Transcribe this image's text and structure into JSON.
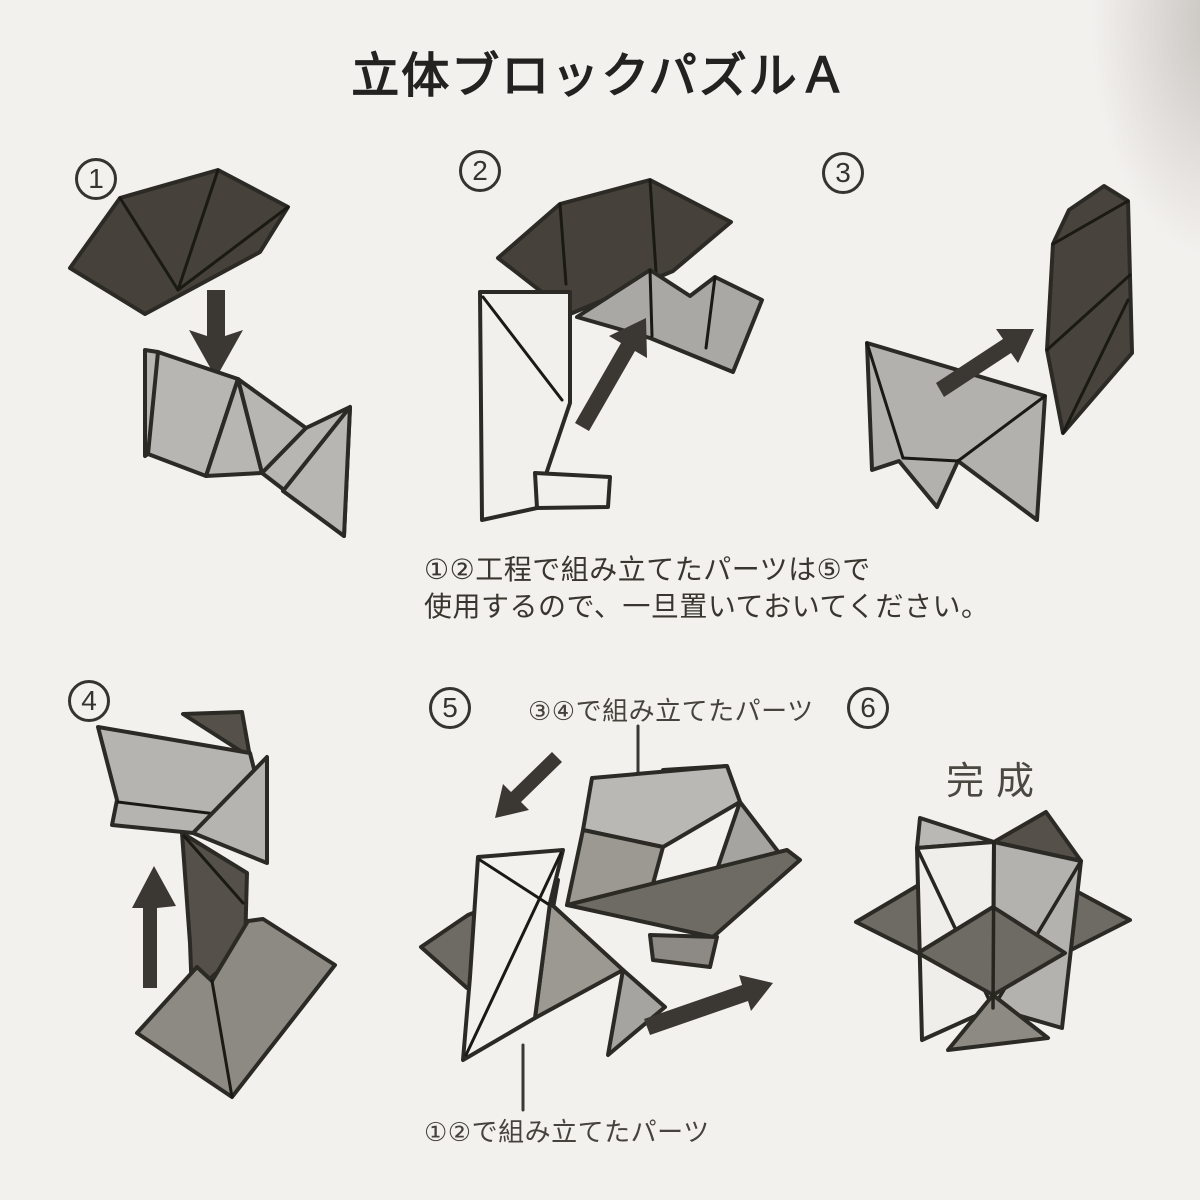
{
  "title": "立体ブロックパズルＡ",
  "steps": [
    {
      "number": "1"
    },
    {
      "number": "2"
    },
    {
      "number": "3"
    },
    {
      "number": "4"
    },
    {
      "number": "5"
    },
    {
      "number": "6"
    }
  ],
  "note": "①②工程で組み立てたパーツは⑤で\n使用するので、一旦置いておいてください。",
  "step5": {
    "top_label": "③④で組み立てたパーツ",
    "bottom_label": "①②で組み立てたパーツ"
  },
  "step6": {
    "complete_label": "完成"
  },
  "colors": {
    "background": "#f3f1ee",
    "dark_piece": "#46423b",
    "medium_piece": "#8d8a84",
    "light_piece": "#b7b6b3",
    "white_piece": "#f1f0ed",
    "outline": "#2b2a25",
    "arrow": "#3b3833"
  }
}
